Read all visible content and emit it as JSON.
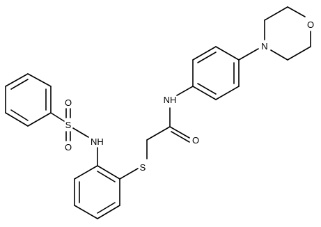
{
  "structure": {
    "atom_labels": {
      "sulfonyl_s": "S",
      "sulfonyl_o_top": "O",
      "sulfonyl_o_bottom": "O",
      "sulfonamide_nh": "NH",
      "thioether_s": "S",
      "carbonyl_o": "O",
      "amide_nh": "NH",
      "morpholine_n": "N",
      "morpholine_o": "O"
    },
    "colors": {
      "bond": "#000000",
      "label": "#000000",
      "background": "#ffffff"
    }
  }
}
